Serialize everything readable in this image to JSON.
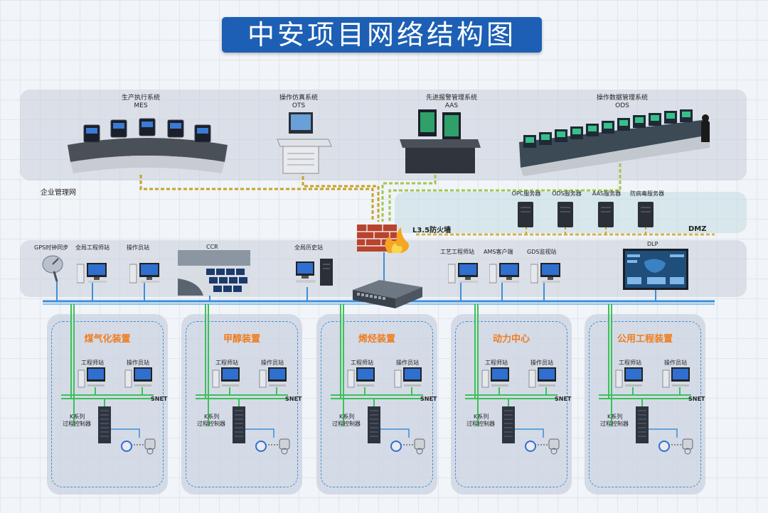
{
  "title": "中安项目网络结构图",
  "systems": [
    {
      "name": "生产执行系统",
      "abbr": "MES"
    },
    {
      "name": "操作仿真系统",
      "abbr": "OTS"
    },
    {
      "name": "先进报警管理系统",
      "abbr": "AAS"
    },
    {
      "name": "操作数据管理系统",
      "abbr": "ODS"
    }
  ],
  "enterprise_network": "企业管理网",
  "firewall": "L3.5防火墙",
  "dmz": "DMZ",
  "dmz_servers": [
    "OPC服务器",
    "ODS服务器",
    "AAS服务器",
    "防病毒服务器"
  ],
  "control_row": {
    "gps": "GPS时钟同步",
    "global_eng": "全局工程师站",
    "operator": "操作员站",
    "ccr": "CCR",
    "history": "全局历史站",
    "process_eng": "工艺工程师站",
    "ams": "AMS客户端",
    "gds": "GDS监视站",
    "dlp": "DLP"
  },
  "units": [
    {
      "name": "煤气化装置",
      "eng": "工程师站",
      "op": "操作员站",
      "snet": "SNET",
      "ctrl1": "K系列",
      "ctrl2": "过程控制器"
    },
    {
      "name": "甲醇装置",
      "eng": "工程师站",
      "op": "操作员站",
      "snet": "SNET",
      "ctrl1": "K系列",
      "ctrl2": "过程控制器"
    },
    {
      "name": "烯烃装置",
      "eng": "工程师站",
      "op": "操作员站",
      "snet": "SNET",
      "ctrl1": "K系列",
      "ctrl2": "过程控制器"
    },
    {
      "name": "动力中心",
      "eng": "工程师站",
      "op": "操作员站",
      "snet": "SNET",
      "ctrl1": "K系列",
      "ctrl2": "过程控制器"
    },
    {
      "name": "公用工程装置",
      "eng": "工程师站",
      "op": "操作员站",
      "snet": "SNET",
      "ctrl1": "K系列",
      "ctrl2": "过程控制器"
    }
  ],
  "colors": {
    "title_bg": "#1d5fb4",
    "unit_title": "#f07c1e",
    "network_line": "#3d8fd6",
    "snet_line": "#3cc05a",
    "dashed_link": "#c9a227"
  }
}
